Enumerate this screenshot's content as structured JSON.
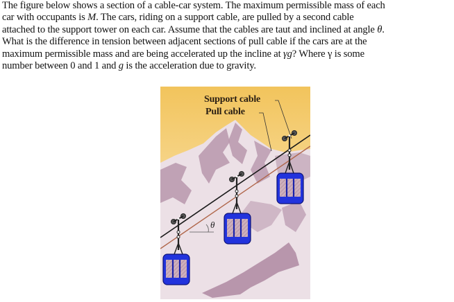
{
  "problem": {
    "lines": [
      "The figure below shows a section of a cable-car system. The maximum permissible mass of each",
      "car with occupants is ",
      "attached to the support tower on each car. Assume that the cables are taut and inclined at angle ",
      "What is the difference in tension between adjacent sections of pull cable if the cars are at the",
      "maximum permissible mass and are being accelerated up the incline at ",
      "number between 0 and 1 and "
    ],
    "line2_var": "M",
    "line2_rest": ". The cars, riding on a support cable, are pulled by a second cable",
    "line3_var": "θ",
    "line3_rest": ".",
    "line5_var": "γg",
    "line5_mid": "? Where ",
    "line5_var2": "γ",
    "line5_rest": " is some",
    "line6_var": "g",
    "line6_rest": " is the acceleration due to gravity."
  },
  "figure": {
    "labels": {
      "support_cable": "Support cable",
      "pull_cable": "Pull cable",
      "angle": "θ"
    },
    "colors": {
      "sky_top": "#f2c45c",
      "sky_bottom": "#fbe7c0",
      "mountain_light": "#ece0e6",
      "mountain_shadow": "#b896ac",
      "ground": "#efe5ea",
      "support_cable": "#1a1a1a",
      "pull_cable": "#b0664a",
      "car_blue": "#2233dd",
      "car_window": "#c9a9b6"
    },
    "car_count": 3
  }
}
